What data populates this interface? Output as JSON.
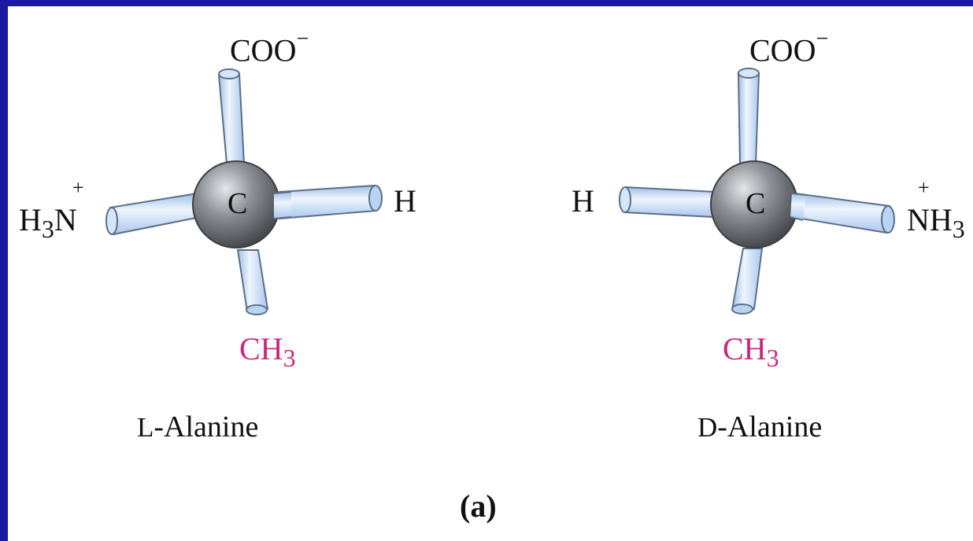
{
  "left_molecule": {
    "center": "C",
    "top": {
      "text": "COO",
      "charge": "−"
    },
    "left": {
      "h": "H",
      "sub": "3",
      "n": "N",
      "plus": "+"
    },
    "right": "H",
    "bottom": {
      "text": "CH",
      "sub": "3"
    },
    "prefix": "L",
    "name": "-Alanine"
  },
  "right_molecule": {
    "center": "C",
    "top": {
      "text": "COO",
      "charge": "−"
    },
    "left": "H",
    "right": {
      "text": "NH",
      "sub": "3",
      "plus": "+"
    },
    "bottom": {
      "text": "CH",
      "sub": "3"
    },
    "prefix": "D",
    "name": "-Alanine"
  },
  "caption": "(a)",
  "colors": {
    "background_border": "#1a1aa0",
    "bond_fill": "#b8d4f2",
    "bond_stroke": "#5a6f88",
    "carbon_sphere": "#8a8d92",
    "methyl_label": "#c8287a"
  }
}
